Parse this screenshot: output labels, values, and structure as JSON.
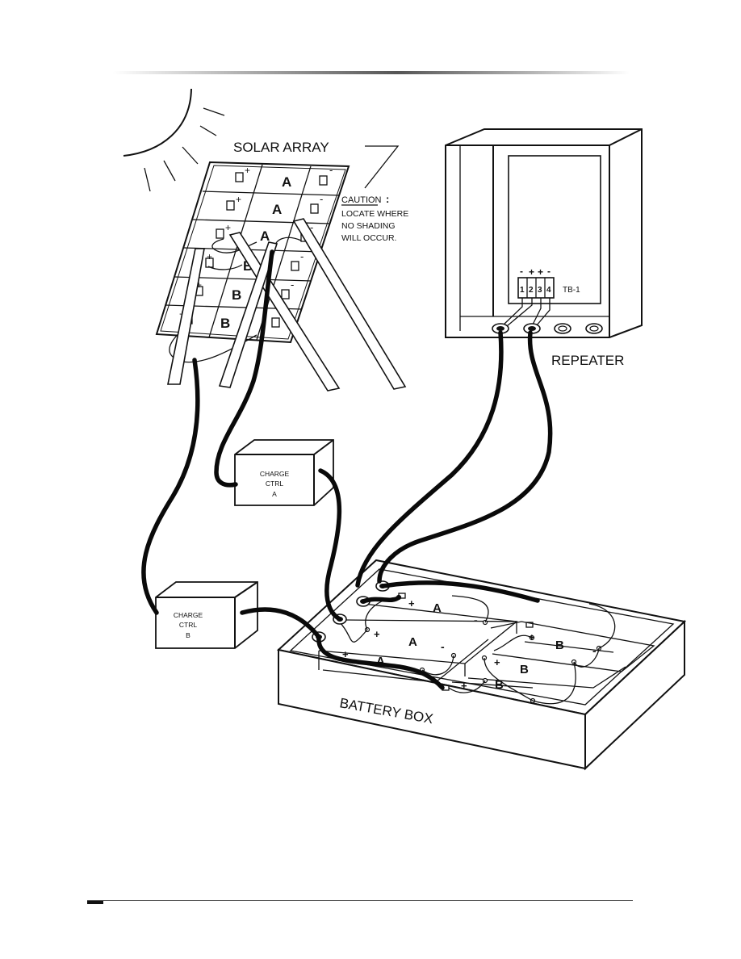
{
  "diagram": {
    "solar_array": {
      "title": "SOLAR ARRAY",
      "panel_labels": [
        "A",
        "A",
        "A",
        "B",
        "B",
        "B"
      ],
      "plus": "+",
      "minus": "-"
    },
    "caution": {
      "heading": "CAUTION",
      "colon": ":",
      "lines": [
        "LOCATE WHERE",
        "NO SHADING",
        "WILL OCCUR."
      ]
    },
    "repeater": {
      "title": "REPEATER",
      "terminal_block": "TB-1",
      "terminal_numbers": [
        "1",
        "2",
        "3",
        "4"
      ],
      "terminal_polarity": [
        "-",
        "+",
        "+",
        "-"
      ]
    },
    "charge_ctrl_a": {
      "lines": [
        "CHARGE",
        "CTRL",
        "A"
      ]
    },
    "charge_ctrl_b": {
      "lines": [
        "CHARGE",
        "CTRL",
        "B"
      ]
    },
    "battery_box": {
      "title": "BATTERY BOX",
      "battery_labels": [
        "A",
        "A",
        "A",
        "B",
        "B",
        "B"
      ],
      "plus": "+",
      "minus": "-"
    }
  }
}
